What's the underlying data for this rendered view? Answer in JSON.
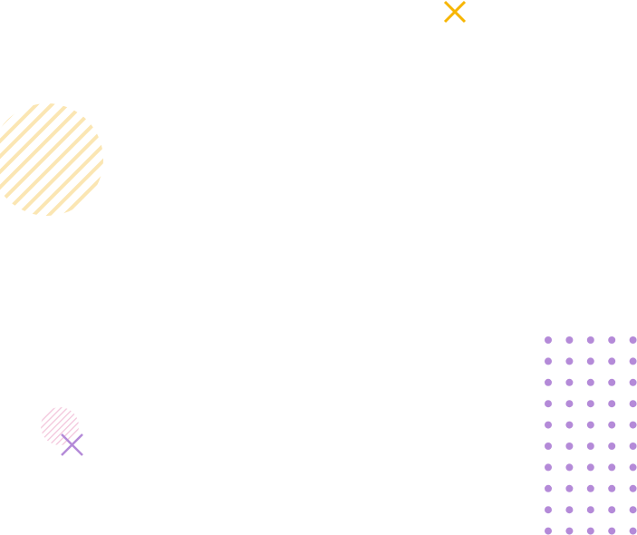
{
  "decorations": {
    "yellow_x": {
      "icon": "cross-icon",
      "color": "#f7b500"
    },
    "yellow_striped_circle": {
      "icon": "striped-circle",
      "color": "#fbe6b3"
    },
    "pink_striped_circle": {
      "icon": "striped-circle",
      "color": "#f3c6dc"
    },
    "purple_x": {
      "icon": "cross-icon",
      "color": "#b48ad8"
    },
    "purple_dot_grid": {
      "icon": "dot-grid",
      "color": "#b48ad8",
      "rows": 10,
      "cols": 5
    }
  }
}
